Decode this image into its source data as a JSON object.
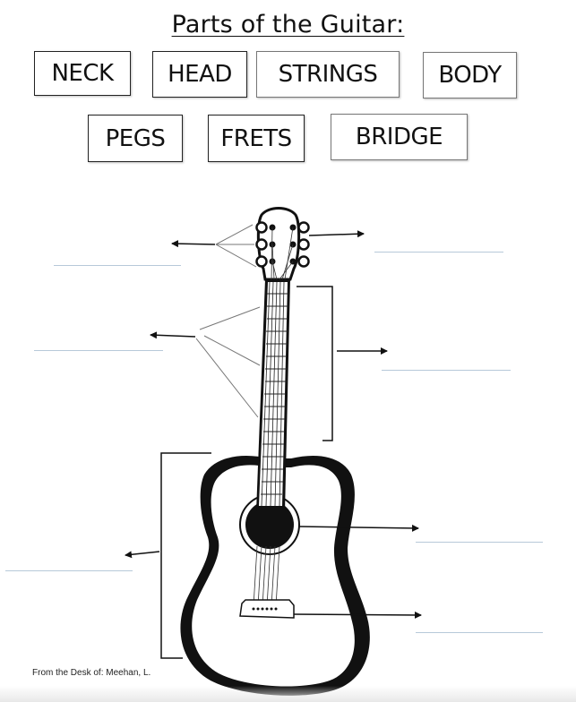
{
  "worksheet": {
    "title": "Parts of the Guitar:",
    "word_bank": [
      {
        "label": "NECK"
      },
      {
        "label": "HEAD"
      },
      {
        "label": "STRINGS"
      },
      {
        "label": "BODY"
      },
      {
        "label": "PEGS"
      },
      {
        "label": "FRETS"
      },
      {
        "label": "BRIDGE"
      }
    ],
    "answer_blanks": [
      {
        "id": "pegs-blank",
        "value": ""
      },
      {
        "id": "head-blank",
        "value": ""
      },
      {
        "id": "frets-blank",
        "value": ""
      },
      {
        "id": "neck-blank",
        "value": ""
      },
      {
        "id": "body-blank",
        "value": ""
      },
      {
        "id": "strings-blank",
        "value": ""
      },
      {
        "id": "bridge-blank",
        "value": ""
      }
    ],
    "footer": "From the Desk of: Meehan, L."
  },
  "colors": {
    "ink": "#111111",
    "blank_line": "#b7c9d9"
  }
}
